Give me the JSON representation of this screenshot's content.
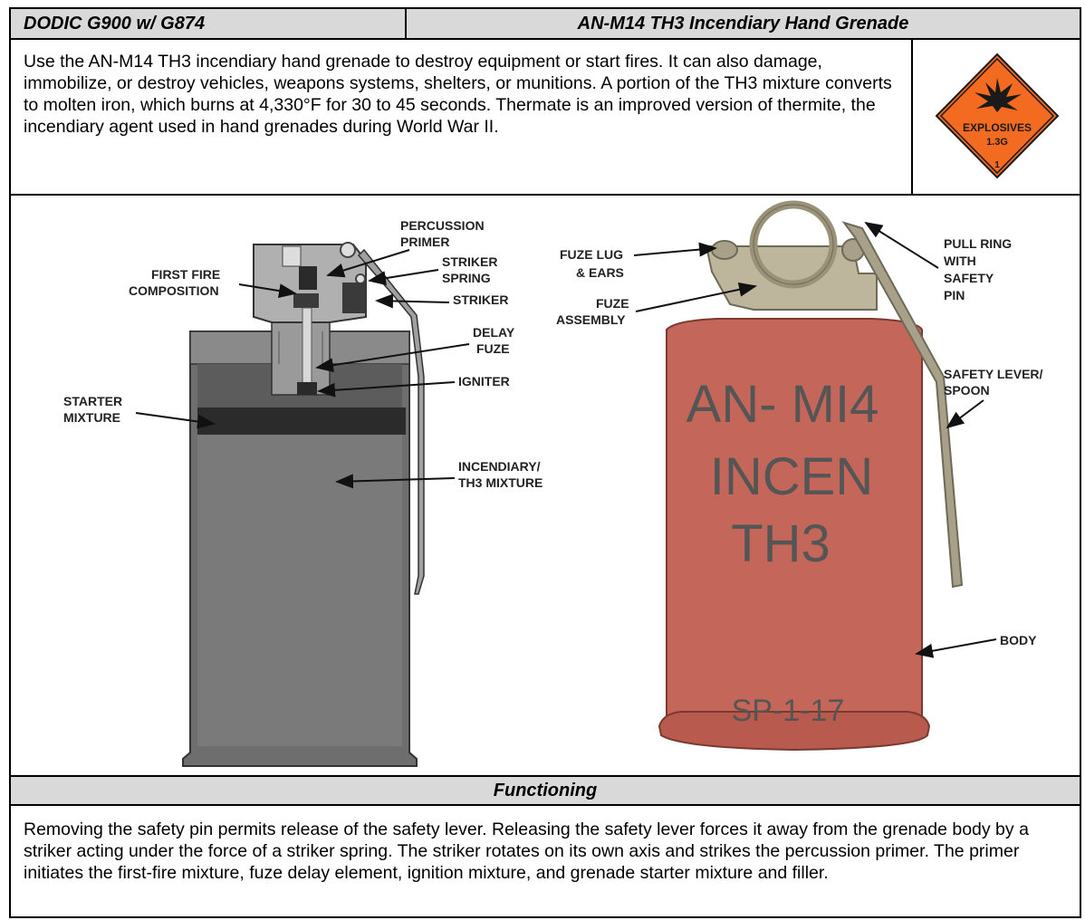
{
  "header": {
    "dodic": "DODIC G900 w/ G874",
    "title": "AN-M14 TH3 Incendiary Hand Grenade"
  },
  "description": "Use the AN-M14 TH3 incendiary hand grenade to destroy equipment or start fires. It can also damage, immobilize, or destroy vehicles, weapons systems, shelters, or munitions. A portion of the TH3 mixture converts to molten iron, which burns at 4,330°F for 30 to 45 seconds. Thermate is an improved version of thermite, the incendiary agent used in hand grenades during World War II.",
  "hazard": {
    "label": "EXPLOSIVES",
    "division": "1.3G",
    "class": "1",
    "color": "#f26b21"
  },
  "figure": {
    "cutaway_labels": {
      "percussion_primer": [
        "PERCUSSION",
        "PRIMER"
      ],
      "striker_spring": [
        "STRIKER",
        "SPRING"
      ],
      "first_fire": [
        "FIRST FIRE",
        "COMPOSITION"
      ],
      "striker": [
        "STRIKER"
      ],
      "delay_fuze": [
        "DELAY",
        "FUZE"
      ],
      "igniter": [
        "IGNITER"
      ],
      "starter_mixture": [
        "STARTER",
        "MIXTURE"
      ],
      "incendiary": [
        "INCENDIARY/",
        "TH3 MIXTURE"
      ]
    },
    "exterior_labels": {
      "fuze_lug": [
        "FUZE LUG",
        "& EARS"
      ],
      "fuze_assembly": [
        "FUZE",
        "ASSEMBLY"
      ],
      "pull_ring": [
        "PULL RING",
        "WITH",
        "SAFETY",
        "PIN"
      ],
      "safety_lever": [
        "SAFETY LEVER/",
        "SPOON"
      ],
      "body": [
        "BODY"
      ]
    },
    "body_stencil": [
      "AN- MI4",
      "INCEN",
      "TH3"
    ],
    "lot_stencil": "SP-1-17",
    "body_color": "#c4675a"
  },
  "functioning": {
    "heading": "Functioning",
    "text": "Removing the safety pin permits release of the safety lever. Releasing the safety lever forces it away from the grenade body by a striker acting under the force of a striker spring. The striker rotates on its own axis and strikes the percussion primer. The primer initiates the first-fire mixture, fuze delay element, ignition mixture, and grenade starter mixture and filler."
  }
}
